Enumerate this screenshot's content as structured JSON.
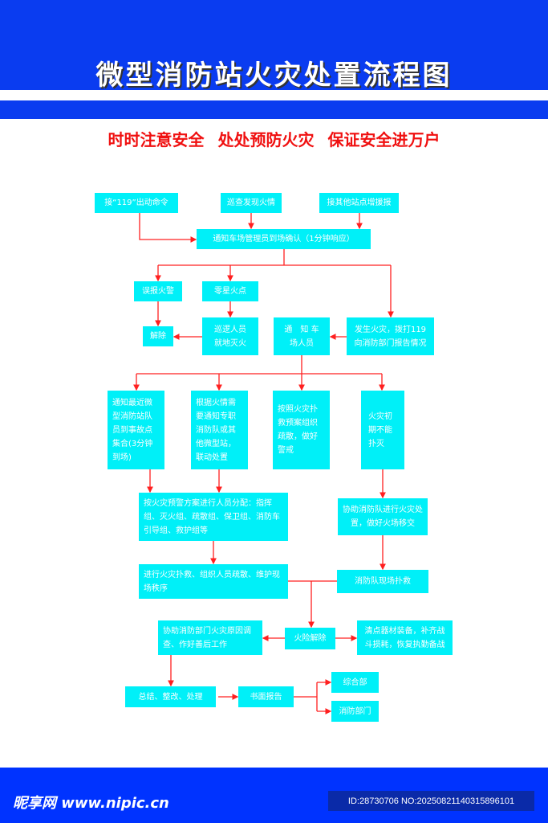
{
  "header": {
    "title": "微型消防站火灾处置流程图",
    "slogan": "时时注意安全  处处预防火灾  保证安全进万户"
  },
  "boxes": {
    "b1": "接“119”出动命令",
    "b2": "巡查发现火情",
    "b3": "接其他站点增援报",
    "b4": "通知车场管理员到场确认（1分钟响应）",
    "b5": "误报火警",
    "b6": "零星火点",
    "b7": "解除",
    "b8": "巡逻人员就地灭火",
    "b9": "通　知 车场人员",
    "b10": "发生火灾，拨打119向消防部门报告情况",
    "b11": "通知最近微型消防站队员到事故点集合(3分钟到场)",
    "b12": "根据火情需要通知专职消防队或其他微型站，联动处置",
    "b13": "按照火灾扑救预案组织疏散，做好警戒",
    "b14": "火灾初期不能扑灭",
    "b15": "按火灾预警方案进行人员分配：指挥组、灭火组、疏散组、保卫组、消防车引导组、救护组等",
    "b16": "协助消防队进行火灾处置，做好火场移交",
    "b17": "进行火灾扑救、组织人员疏散、维护现场秩序",
    "b18": "消防队现场扑救",
    "b19": "协助消防部门火灾原因调查、作好善后工作",
    "b20": "火险解除",
    "b21": "清点器材装备，补齐战斗损耗，恢复执勤备战",
    "b22": "总结、整改、处理",
    "b23": "书面报告",
    "b24": "综合部",
    "b25": "消防部门"
  },
  "footer": {
    "logo": "昵享网 www.nipic.cn",
    "id": "ID:28730706 NO:20250821140315896101"
  },
  "colors": {
    "blue": "#0a3cf0",
    "box": "#00f0f8",
    "arrow": "#ff2020"
  }
}
